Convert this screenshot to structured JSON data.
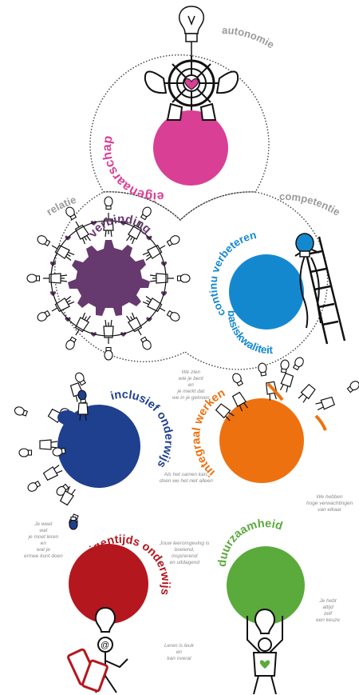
{
  "rings": {
    "top": "autonomie",
    "left": "relatie",
    "right": "competentie"
  },
  "themes": {
    "eigenaarschap": "eigenaarschap",
    "verbinding": "verbinding",
    "continu_verbeteren": "continu verbeteren",
    "basiskwaliteit": "basiskwaliteit",
    "inclusief_onderwijs": "inclusief onderwijs",
    "integraal_werken": "integraal werken",
    "eigentijds_onderwijs": "eigentijds onderwijs",
    "duurzaamheid": "duurzaamheid"
  },
  "notes": {
    "n1": [
      "We zien",
      "wie je bent",
      "en",
      "je merkt dat",
      "we in je geloven"
    ],
    "n2": [
      "Als het samen kan,",
      "doen we het niet alleen"
    ],
    "n3": [
      "We hebben",
      "hoge verwachtingen",
      "van elkaar"
    ],
    "n4": [
      "Je weet",
      "wat",
      "je moet leren",
      "en",
      "wat je",
      "ermee kunt doen"
    ],
    "n5": [
      "Jouw leeromgeving is",
      "boeiend,",
      "inspirerend",
      "en uitdagend"
    ],
    "n6": [
      "Je hebt",
      "altijd",
      "zelf",
      "een keuze"
    ],
    "n7": [
      "Leren is leuk",
      "en",
      "kan overal"
    ]
  },
  "colors": {
    "magenta": "#d93f94",
    "purple": "#663a6e",
    "blue": "#1488cf",
    "navy": "#1f3f8f",
    "orange": "#ee7110",
    "red": "#b5171f",
    "green": "#5aaa3c",
    "gray": "#9a9a9a"
  },
  "icons": {
    "bulb": "lightbulb-icon",
    "heart": "heart-icon",
    "figure": "stick-figure-icon"
  }
}
